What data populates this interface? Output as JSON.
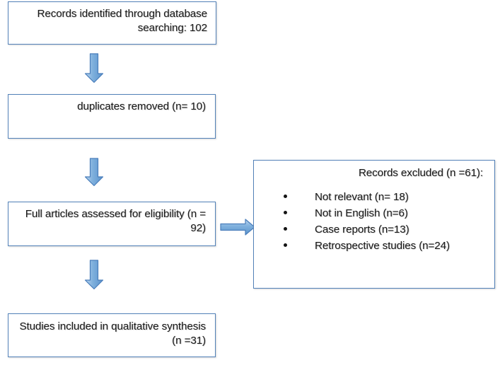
{
  "diagram": {
    "type": "prisma-flow-diagram",
    "accent_color": "#5281b8",
    "arrow_fill_light": "#9dc3e6",
    "arrow_fill_dark": "#4a7ebb",
    "box_border_color": "#5281b8",
    "text_color": "#1a1a1a",
    "background_color": "#ffffff",
    "boxes": {
      "records_identified": {
        "line1": "Records identified through database",
        "line2": "searching: 102",
        "count": 102
      },
      "duplicates_removed": {
        "line1": "duplicates removed (n= 10)",
        "count": 10
      },
      "eligibility": {
        "line1": "Full articles assessed for eligibility (n",
        "line2": "= 92)",
        "count": 92
      },
      "records_excluded": {
        "title": "Records excluded (n =61):",
        "count": 61,
        "reasons": [
          {
            "label": "Not relevant (n= 18)",
            "count": 18
          },
          {
            "label": "Not in English (n=6)",
            "count": 6
          },
          {
            "label": "Case reports (n=13)",
            "count": 13
          },
          {
            "label": "Retrospective studies (n=24)",
            "count": 24
          }
        ]
      },
      "studies_included": {
        "line1": "Studies included in qualitative",
        "line2": "synthesis (n =31)",
        "count": 31
      }
    },
    "arrows": {
      "down_1_name": "arrow-down",
      "down_2_name": "arrow-down",
      "down_3_name": "arrow-down",
      "right_1_name": "arrow-right"
    }
  }
}
